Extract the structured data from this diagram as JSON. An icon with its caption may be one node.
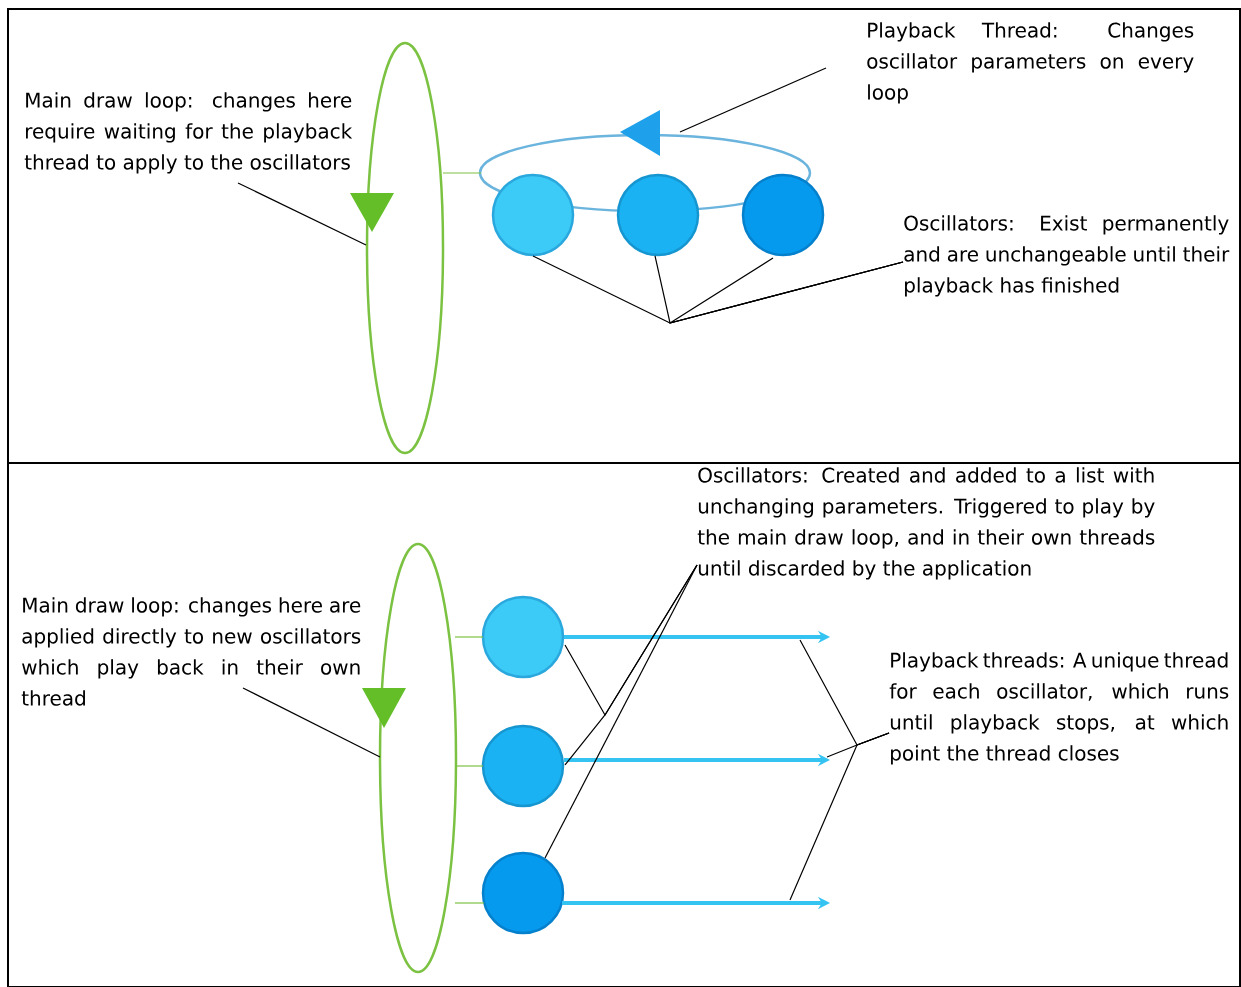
{
  "diagram": {
    "nodes": [
      {
        "text": [
          "Main draw loop: changes here require waiting for the playback thread to apply to the oscillators"
        ]
      },
      {
        "text": [],
        "shape": "ellipse"
      },
      {
        "text": [],
        "shape": "ellipse"
      },
      {
        "text": [],
        "shape": "circle"
      },
      {
        "text": [],
        "shape": "circle"
      },
      {
        "text": [],
        "shape": "circle"
      },
      {
        "text": [
          "Playback Thread: Changes oscillator parameters on every loop"
        ]
      },
      {
        "text": [
          "Oscillators: Exist permanently and are unchangeable until their playback has finished"
        ]
      },
      {
        "text": [
          "Main draw loop: changes here are applied directly to new oscillators which play back in their own thread"
        ]
      },
      {
        "text": [],
        "shape": "ellipse"
      },
      {
        "text": [],
        "shape": "circle"
      },
      {
        "text": [],
        "shape": "circle"
      },
      {
        "text": [],
        "shape": "circle"
      },
      {
        "text": [
          "Oscillators: Created and added to a list with unchanging parameters. Triggered to play by the main draw loop, and in their own threads until discarded by the application"
        ]
      },
      {
        "text": [
          "Playback threads: A unique thread for each oscillator, which runs until playback stops, at which point the thread closes"
        ]
      }
    ],
    "edges": [
      {
        "from": 0,
        "to": 1,
        "arrow": "none"
      },
      {
        "from": 1,
        "to": 2,
        "arrow": "none",
        "color": "#7cc242"
      },
      {
        "from": 6,
        "to": 2,
        "arrow": "none"
      },
      {
        "from": 7,
        "to": 3,
        "arrow": "none"
      },
      {
        "from": 7,
        "to": 4,
        "arrow": "none"
      },
      {
        "from": 7,
        "to": 5,
        "arrow": "none"
      },
      {
        "from": 8,
        "to": 9,
        "arrow": "none"
      },
      {
        "from": 9,
        "to": 10,
        "arrow": "none",
        "color": "#7cc242"
      },
      {
        "from": 9,
        "to": 11,
        "arrow": "none",
        "color": "#7cc242"
      },
      {
        "from": 9,
        "to": 12,
        "arrow": "none",
        "color": "#7cc242"
      },
      {
        "from": 10,
        "to": null,
        "arrow": "to",
        "style": "thick",
        "color": "#35c3f2"
      },
      {
        "from": 11,
        "to": null,
        "arrow": "to",
        "style": "thick",
        "color": "#35c3f2"
      },
      {
        "from": 12,
        "to": null,
        "arrow": "to",
        "style": "thick",
        "color": "#35c3f2"
      },
      {
        "from": 13,
        "to": 10,
        "arrow": "none"
      },
      {
        "from": 13,
        "to": 11,
        "arrow": "none"
      },
      {
        "from": 13,
        "to": 12,
        "arrow": "none"
      },
      {
        "from": 14,
        "to": null,
        "arrow": "none"
      },
      {
        "from": 14,
        "to": null,
        "arrow": "none"
      },
      {
        "from": 14,
        "to": null,
        "arrow": "none"
      }
    ]
  }
}
